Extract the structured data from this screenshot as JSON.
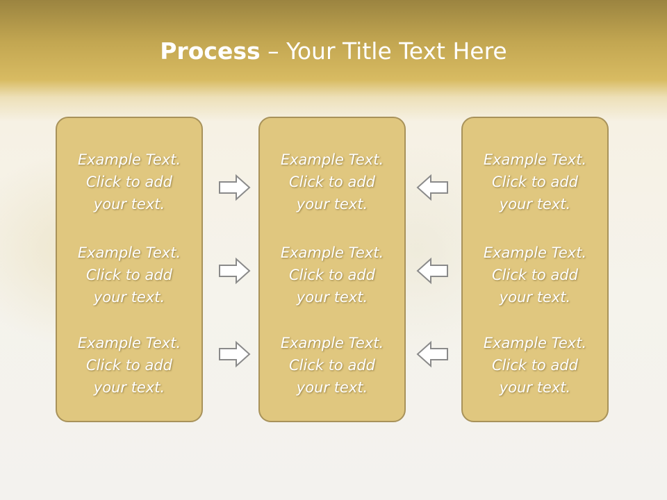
{
  "slide": {
    "title_bold": "Process",
    "title_rest": " – Your Title Text Here"
  },
  "columns": [
    {
      "items": [
        "Example Text.\nClick  to add\nyour text.",
        "Example Text.\nClick  to add\nyour text.",
        "Example Text.\nClick  to add\nyour text."
      ]
    },
    {
      "items": [
        "Example Text.\nClick  to add\nyour text.",
        "Example Text.\nClick  to add\nyour text.",
        "Example Text.\nClick  to add\nyour text."
      ]
    },
    {
      "items": [
        "Example Text.\nClick  to add\nyour text.",
        "Example Text.\nClick  to add\nyour text.",
        "Example Text.\nClick  to add\nyour text."
      ]
    }
  ],
  "arrows": {
    "left_group": "right-arrow-icon",
    "right_group": "left-arrow-icon"
  },
  "colors": {
    "header_gold": "#c2a651",
    "panel_fill": "#e0c77f",
    "panel_border": "#a8925a",
    "arrow_stroke": "#8a8a8a",
    "text": "#ffffff"
  }
}
